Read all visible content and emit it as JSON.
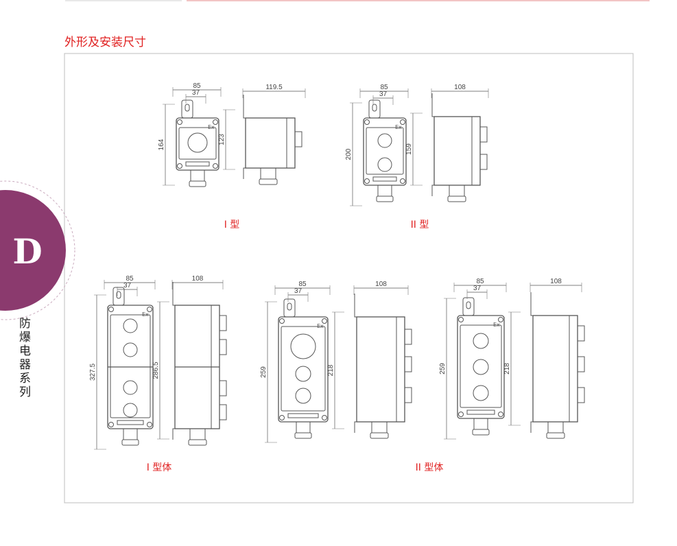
{
  "section_title": "外形及安装尺寸",
  "chapter": {
    "letter": "D",
    "name": "防爆电器系列"
  },
  "ex_mark": "Ex",
  "colors": {
    "accent": "#e02020",
    "chapter": "#8b3a6e"
  },
  "drawings": [
    {
      "label": "I 型",
      "dims": {
        "width": "85",
        "hole": "37",
        "total_height": "164",
        "body_height": "123",
        "depth": "119.5"
      }
    },
    {
      "label": "II 型",
      "dims": {
        "width": "85",
        "hole": "37",
        "total_height": "200",
        "body_height": "159",
        "depth": "108"
      }
    },
    {
      "label": "I 型体",
      "dims": {
        "width": "85",
        "hole": "37",
        "total_height": "327.5",
        "body_height": "286.5",
        "depth": "108"
      }
    },
    {
      "label": "",
      "dims": {
        "width": "85",
        "hole": "37",
        "total_height": "259",
        "body_height": "218",
        "depth": "108"
      }
    },
    {
      "label": "II 型体",
      "dims": {
        "width": "85",
        "hole": "37",
        "total_height": "259",
        "body_height": "218",
        "depth": "108"
      }
    }
  ]
}
